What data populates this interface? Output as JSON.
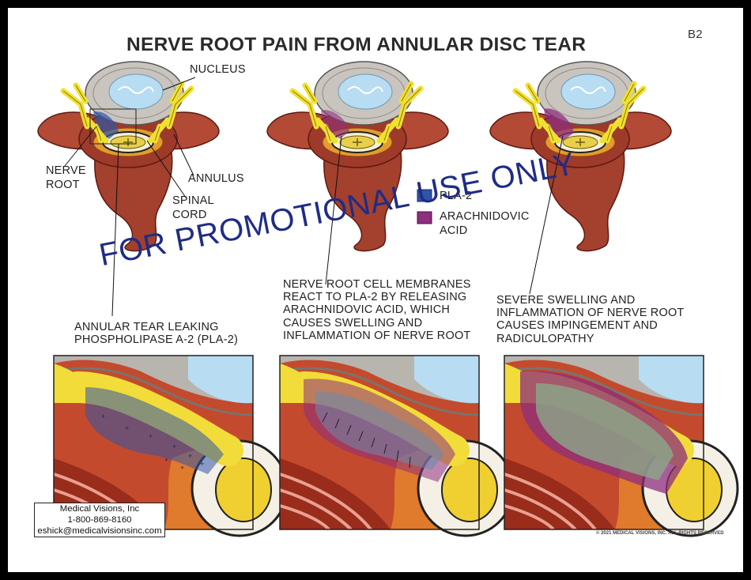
{
  "header": {
    "title": "NERVE ROOT PAIN FROM ANNULAR DISC TEAR",
    "code": "B2"
  },
  "labels": {
    "nucleus": "NUCLEUS",
    "nerve_root_1": "NERVE",
    "nerve_root_2": "ROOT",
    "annulus": "ANNULUS",
    "spinal_cord_1": "SPINAL",
    "spinal_cord_2": "CORD"
  },
  "legend": [
    {
      "label": "PLA-2",
      "color": "#2f55a8"
    },
    {
      "label_line1": "ARACHNIDOVIC",
      "label_line2": "ACID",
      "color": "#8e2e7e"
    }
  ],
  "captions": {
    "panel1": [
      "ANNULAR TEAR LEAKING",
      "PHOSPHOLIPASE A-2 (PLA-2)"
    ],
    "panel2": [
      "NERVE ROOT CELL MEMBRANES",
      "REACT TO PLA-2 BY RELEASING",
      "ARACHNIDOVIC ACID, WHICH",
      "CAUSES SWELLING AND",
      "INFLAMMATION OF NERVE ROOT"
    ],
    "panel3": [
      "SEVERE SWELLING AND",
      "INFLAMMATION OF NERVE ROOT",
      "CAUSES IMPINGEMENT AND",
      "RADICULOPATHY"
    ]
  },
  "watermark": "FOR PROMOTIONAL USE ONLY",
  "contact": {
    "company": "Medical Visions, Inc",
    "phone": "1-800-869-8160",
    "email": "eshick@medicalvisionsinc.com"
  },
  "copyright": "© 2021 MEDICAL VISIONS, INC. ALL RIGHTS RESERVED",
  "colors": {
    "bone": "#a3402e",
    "bone_dark": "#5e1a12",
    "nerve": "#f0e030",
    "nucleus": "#b8dcf2",
    "annulus": "#c9c4bd",
    "pla2": "#2f55a8",
    "arachidonic": "#8e2e7e",
    "watermark": "#1f2c86"
  }
}
